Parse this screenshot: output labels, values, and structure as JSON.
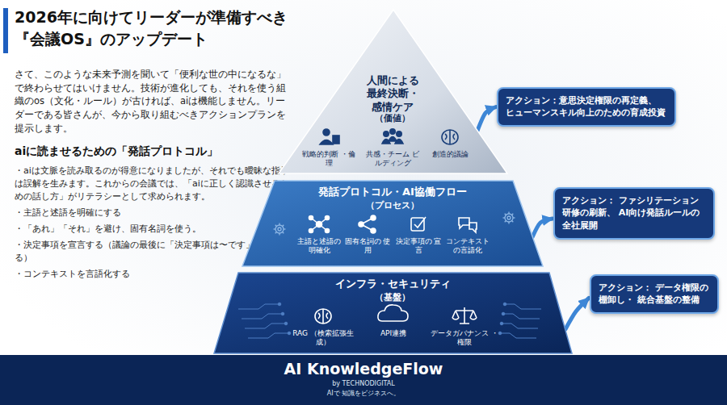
{
  "diagram": {
    "title": "2026年に向けてリーダーが準備すべき 『会議OS』のアップデート",
    "nodes": [
      {
        "text": [
          "人間による 最終決断・ 感情ケア",
          "（価値）",
          "戦略的判断 ・倫理",
          "共感・チーム ビルディング",
          "創造的議論"
        ]
      },
      {
        "text": [
          "発話プロトコル・AI協働フロー",
          "（プロセス）",
          "主語と述語の 明確化",
          "固有名詞の 使用",
          "決定事項の 宣言",
          "コンテキスト の言語化"
        ]
      },
      {
        "text": [
          "インフラ・セキュリティ",
          "（基盤）",
          "RAG （検索拡張生成）",
          "API連携",
          "データガバナンス ・権限"
        ]
      },
      {
        "text": [
          "アクション：意思決定権限の再定義、 ヒューマンスキル向上のための育成投資"
        ]
      },
      {
        "text": [
          "アクション： ファシリテーション研修の刷新、 AI向け発話ルールの全社展開"
        ]
      },
      {
        "text": [
          "アクション： データ権限の棚卸し・ 統合基盤の整備"
        ]
      }
    ],
    "edges": [
      {
        "from": 0,
        "to": 3,
        "arrow": "to"
      },
      {
        "from": 1,
        "to": 4,
        "arrow": "to"
      },
      {
        "from": 2,
        "to": 5,
        "arrow": "to"
      }
    ],
    "labels": [
      "さて、このような未来予測を聞いて「便利な世の中になるな」で終わらせてはいけません。技術が進化しても、それを使う組織のos（文化・ルール）が古ければ、aiは機能しません。リーダーである皆さんが、今から取り組むべきアクションプランを提示します。",
      "aiに読ませるための「発話プロトコル」",
      "・aiは文脈を読み取るのが得意になりましたが、それでも曖昧な指示は誤解を生みます。これからの会議では、「aiに正しく認識させるための話し方」がリテラシーとして求められます。",
      "・主語と述語を明確にする",
      "・「あれ」「それ」を避け、固有名詞を使う。",
      "・決定事項を宣言する（議論の最後に「決定事項は〜です」と明言する）",
      "・コンテキストを言語化する",
      "API",
      "AI KnowledgeFlow",
      "by TECHNODIGITAL",
      "AIで 知識をビジネスへ。"
    ]
  }
}
